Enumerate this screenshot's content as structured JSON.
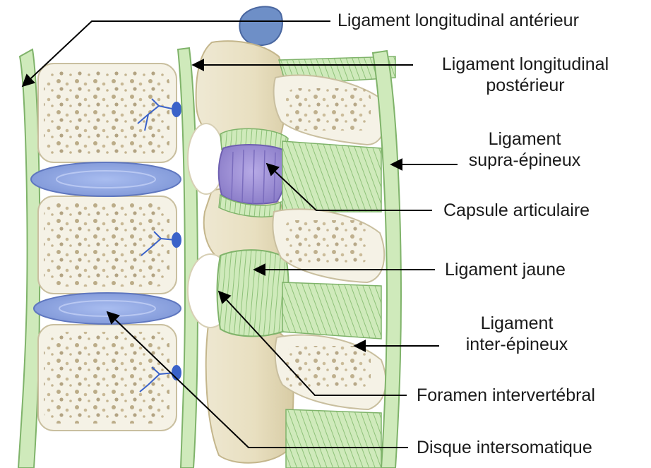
{
  "labels": {
    "anterior_longitudinal": "Ligament longitudinal antérieur",
    "posterior_longitudinal_1": "Ligament longitudinal",
    "posterior_longitudinal_2": "postérieur",
    "supraspinous_1": "Ligament",
    "supraspinous_2": "supra-épineux",
    "joint_capsule": "Capsule articulaire",
    "yellow_ligament": "Ligament jaune",
    "interspinous_1": "Ligament",
    "interspinous_2": "inter-épineux",
    "foramen": "Foramen intervertébral",
    "disc": "Disque intersomatique"
  },
  "colors": {
    "ligament_green": "#c8e6b4",
    "ligament_stroke": "#7fb36a",
    "disc_blue": "#8ea6e0",
    "capsule_purple": "#9c8fd4",
    "bone": "#f3efe0",
    "bone_shade": "#ddd3b3",
    "pores": "#a89468",
    "vessel": "#3a62c9"
  }
}
